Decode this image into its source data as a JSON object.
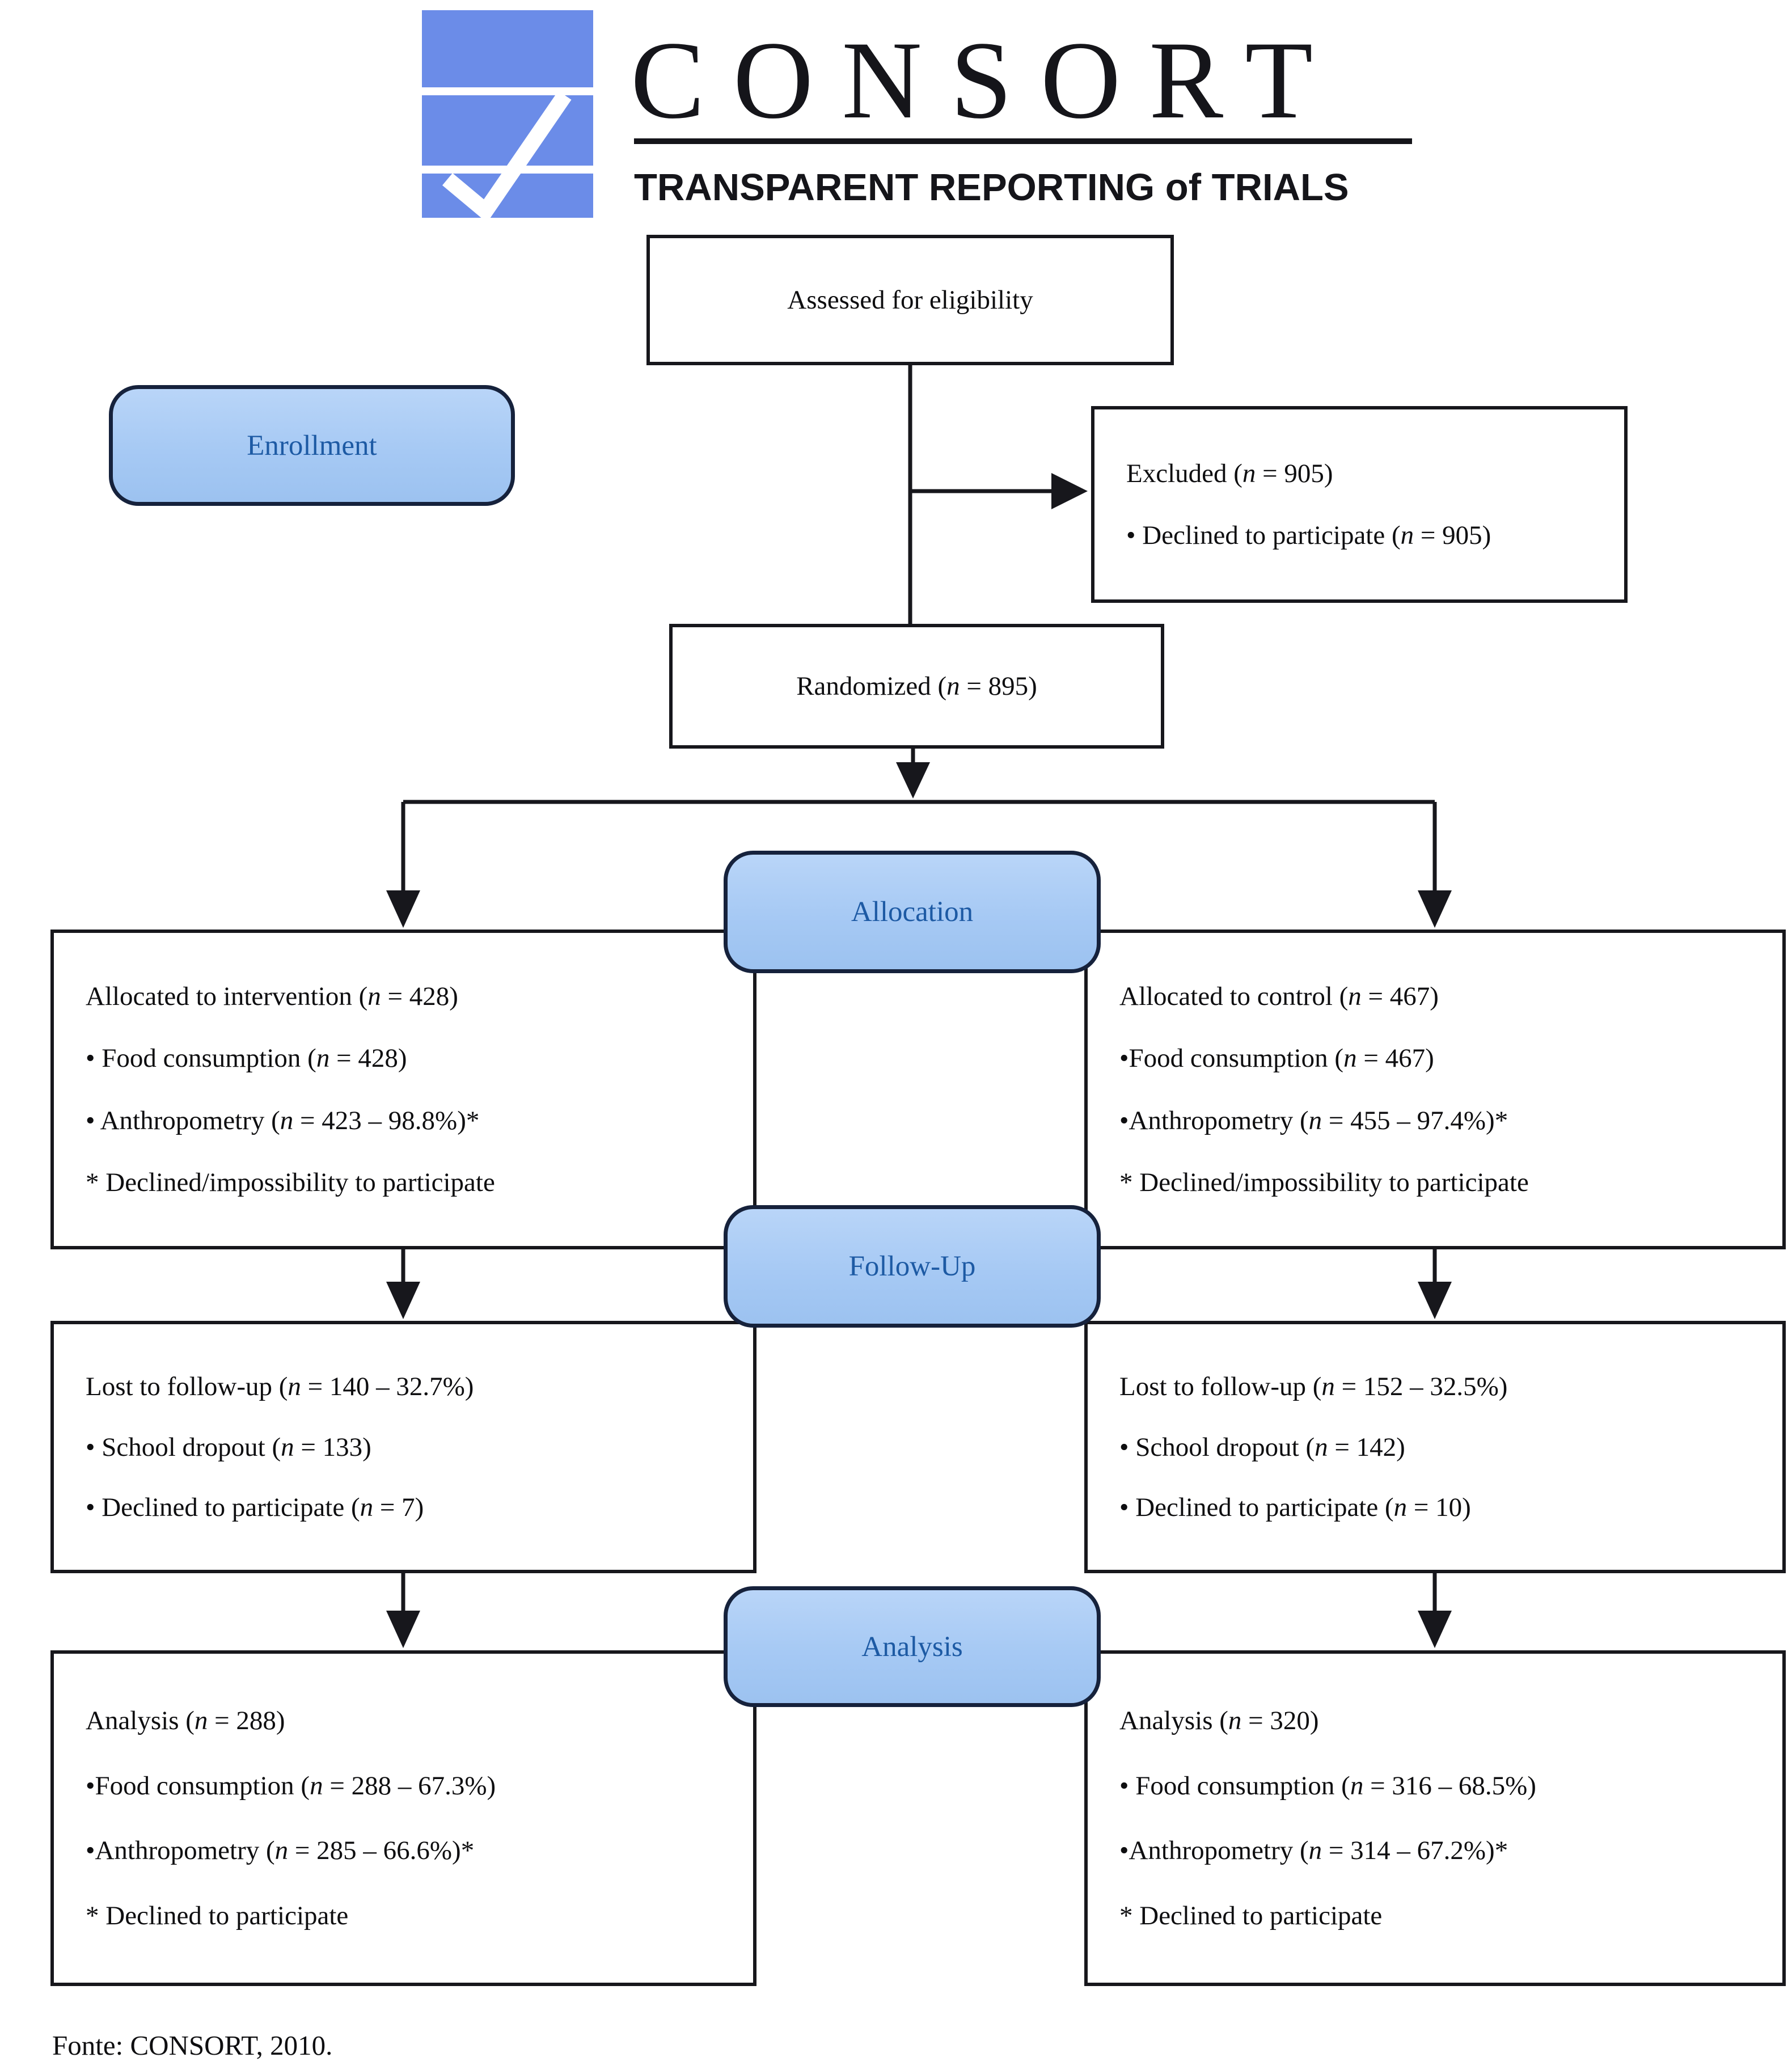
{
  "logo": {
    "wordmark": "CONSORT",
    "subtitle": "TRANSPARENT REPORTING of TRIALS"
  },
  "stage_labels": {
    "enrollment": "Enrollment",
    "allocation": "Allocation",
    "followup": "Follow-Up",
    "analysis": "Analysis"
  },
  "flow": {
    "assessed": "Assessed for eligibility",
    "excluded": {
      "title": "Excluded (n = 905)",
      "items": [
        "• Declined to participate (n = 905)"
      ]
    },
    "randomized": "Randomized (n = 895)",
    "allocation_left": {
      "title": "Allocated to intervention  (n = 428)",
      "items": [
        "• Food  consumption (n = 428)",
        "• Anthropometry  (n = 423 – 98.8%)*"
      ],
      "footnote": "* Declined/impossibility to participate"
    },
    "allocation_right": {
      "title": "Allocated to control (n = 467)",
      "items": [
        "•Food  consumption (n = 467)",
        "•Anthropometry  (n = 455 – 97.4%)*"
      ],
      "footnote": "* Declined/impossibility to participate"
    },
    "followup_left": {
      "title": "Lost to follow-up (n = 140 – 32.7%)",
      "items": [
        "• School dropout (n = 133)",
        "• Declined to participate (n = 7)"
      ]
    },
    "followup_right": {
      "title": "Lost to follow-up (n = 152 – 32.5%)",
      "items": [
        "• School dropout (n = 142)",
        "• Declined to participate (n = 10)"
      ]
    },
    "analysis_left": {
      "title": "Analysis (n = 288)",
      "items": [
        "•Food consumption (n = 288 – 67.3%)",
        "•Anthropometry  (n = 285 – 66.6%)*"
      ],
      "footnote": "* Declined to participate"
    },
    "analysis_right": {
      "title": "Analysis (n = 320)",
      "items": [
        "• Food  consumption (n = 316 – 68.5%)",
        "•Anthropometry  (n = 314 – 67.2%)*"
      ],
      "footnote": "* Declined to participate"
    }
  },
  "footer": {
    "source": "Fonte: CONSORT, 2010."
  },
  "colors": {
    "logo_blue": "#6b8ce8",
    "stage_fill": "#a6c9f4",
    "stage_text": "#1d5aa4",
    "line_black": "#17171c"
  }
}
